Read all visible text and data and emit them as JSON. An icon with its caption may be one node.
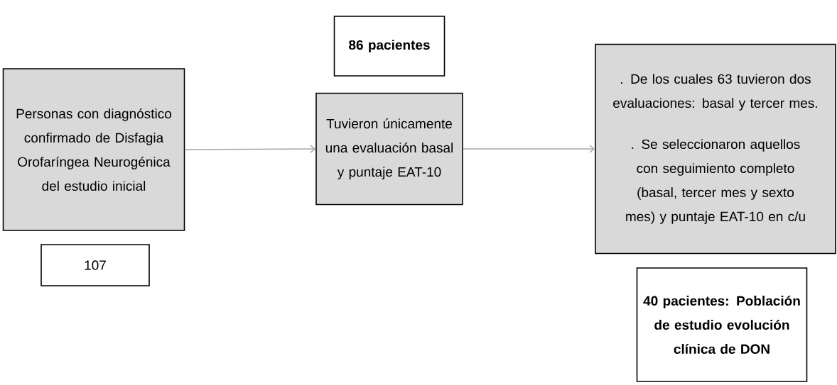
{
  "diagram": {
    "nodes": [
      {
        "text": [
          "Personas con diagnóstico confirmado de Disfagia Orofaríngea Neurogénica del estudio inicial"
        ]
      },
      {
        "text": [
          "107"
        ]
      },
      {
        "text": [
          "86 pacientes"
        ]
      },
      {
        "text": [
          "Tuvieron únicamente una evaluación basal y puntaje EAT-10"
        ]
      },
      {
        "text": [
          ". De los cuales 63 tuvieron dos evaluaciones: basal y tercer mes.",
          ". Se seleccionaron aquellos con seguimiento completo (basal, tercer mes y sexto mes) y puntaje EAT-10 en c/u"
        ]
      },
      {
        "text": [
          "40 pacientes: Población de estudio evolución clínica de DON"
        ]
      }
    ],
    "edges": [
      {
        "from": 0,
        "to": 3,
        "arrow": "to"
      },
      {
        "from": 3,
        "to": 4,
        "arrow": "to"
      }
    ]
  }
}
